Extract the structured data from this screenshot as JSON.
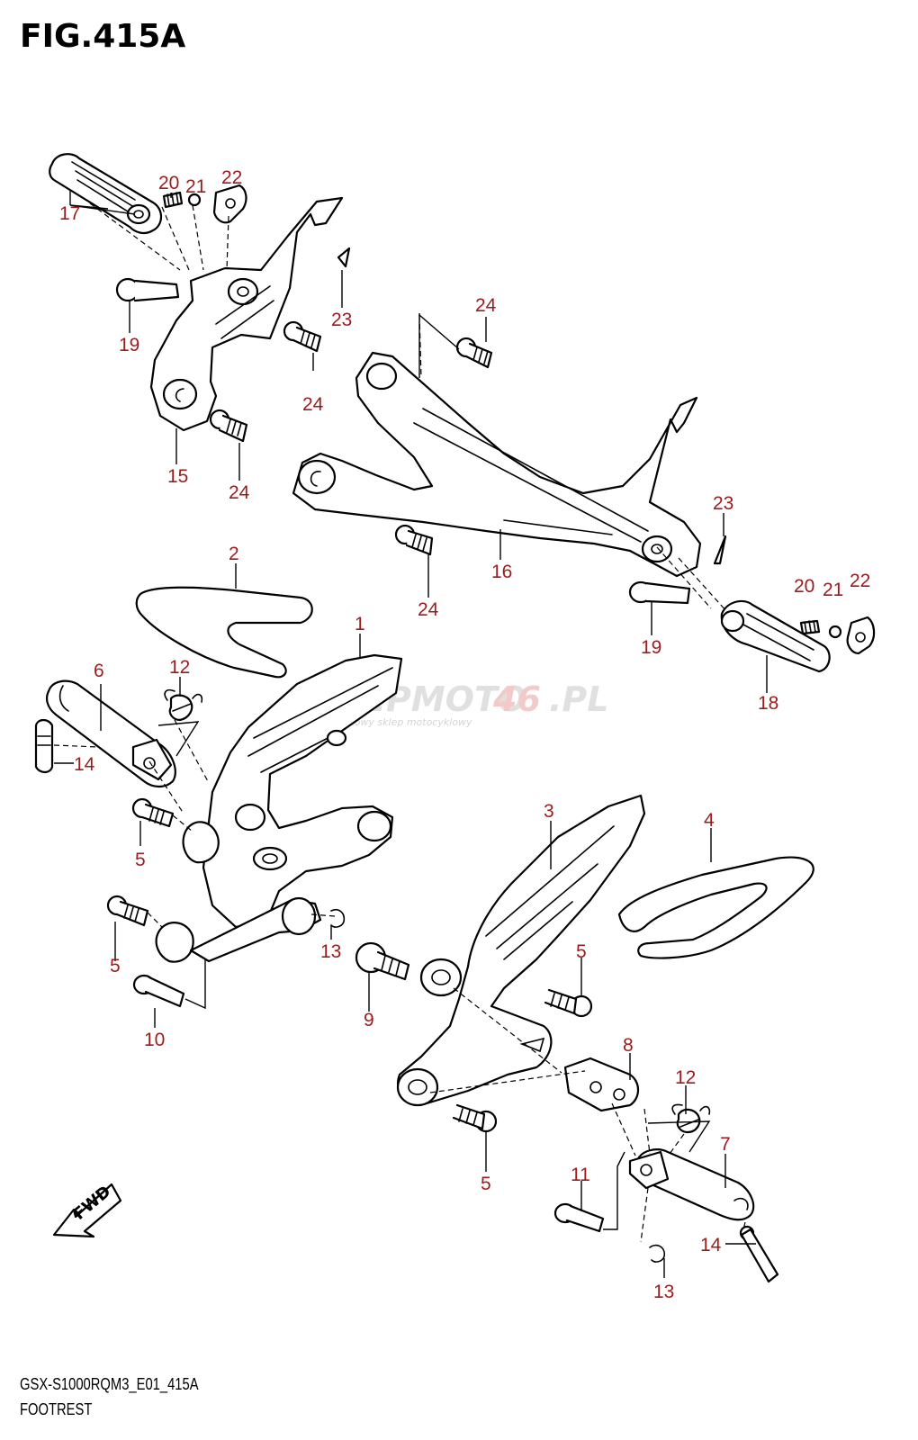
{
  "figure": {
    "title": "FIG.415A",
    "model_code": "GSX-S1000RQM3_E01_415A",
    "section_name": "FOOTREST"
  },
  "colors": {
    "callout": "#9b1c1c",
    "line": "#000000",
    "watermark_gray": "#c8c8c8",
    "watermark_red": "#e8a0a0"
  },
  "watermark": {
    "main_gray": "SKLEPMOTO",
    "main_red": "46",
    "suffix": ".PL",
    "tagline": "internetowy sklep motocyklowy"
  },
  "fwd_arrow": {
    "label": "FWD",
    "icon": "fwd-arrow-icon"
  },
  "callouts": [
    {
      "id": "c1",
      "label": "1"
    },
    {
      "id": "c2",
      "label": "2"
    },
    {
      "id": "c3",
      "label": "3"
    },
    {
      "id": "c4",
      "label": "4"
    },
    {
      "id": "c5a",
      "label": "5"
    },
    {
      "id": "c5b",
      "label": "5"
    },
    {
      "id": "c5c",
      "label": "5"
    },
    {
      "id": "c5d",
      "label": "5"
    },
    {
      "id": "c6",
      "label": "6"
    },
    {
      "id": "c7",
      "label": "7"
    },
    {
      "id": "c8",
      "label": "8"
    },
    {
      "id": "c9",
      "label": "9"
    },
    {
      "id": "c10",
      "label": "10"
    },
    {
      "id": "c11",
      "label": "11"
    },
    {
      "id": "c12a",
      "label": "12"
    },
    {
      "id": "c12b",
      "label": "12"
    },
    {
      "id": "c13a",
      "label": "13"
    },
    {
      "id": "c13b",
      "label": "13"
    },
    {
      "id": "c14a",
      "label": "14"
    },
    {
      "id": "c14b",
      "label": "14"
    },
    {
      "id": "c15",
      "label": "15"
    },
    {
      "id": "c16",
      "label": "16"
    },
    {
      "id": "c17",
      "label": "17"
    },
    {
      "id": "c18",
      "label": "18"
    },
    {
      "id": "c19a",
      "label": "19"
    },
    {
      "id": "c19b",
      "label": "19"
    },
    {
      "id": "c20a",
      "label": "20"
    },
    {
      "id": "c20b",
      "label": "20"
    },
    {
      "id": "c21a",
      "label": "21"
    },
    {
      "id": "c21b",
      "label": "21"
    },
    {
      "id": "c22a",
      "label": "22"
    },
    {
      "id": "c22b",
      "label": "22"
    },
    {
      "id": "c23a",
      "label": "23"
    },
    {
      "id": "c23b",
      "label": "23"
    },
    {
      "id": "c24a",
      "label": "24"
    },
    {
      "id": "c24b",
      "label": "24"
    },
    {
      "id": "c24c",
      "label": "24"
    },
    {
      "id": "c24d",
      "label": "24"
    }
  ]
}
